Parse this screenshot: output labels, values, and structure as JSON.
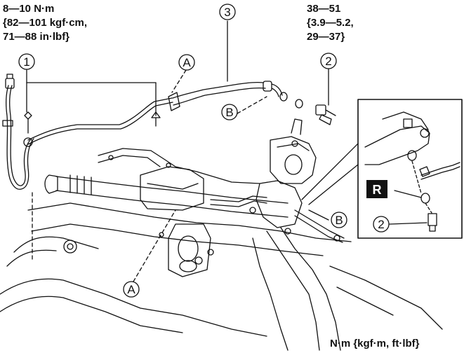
{
  "torque_left": {
    "line1": "8—10 N·m",
    "line2": "{82—101 kgf·cm,",
    "line3": "71—88 in·lbf}"
  },
  "torque_right": {
    "line1": "38—51",
    "line2": "{3.9—5.2,",
    "line3": "29—37}"
  },
  "callouts": {
    "c1": "1",
    "c2_top": "2",
    "c2_inset": "2",
    "c3": "3",
    "a_top": "A",
    "a_bottom": "A",
    "b_top": "B",
    "b_right": "B"
  },
  "inset_badge": "R",
  "unit_legend": "N·m {kgf·m, ft·lbf}"
}
